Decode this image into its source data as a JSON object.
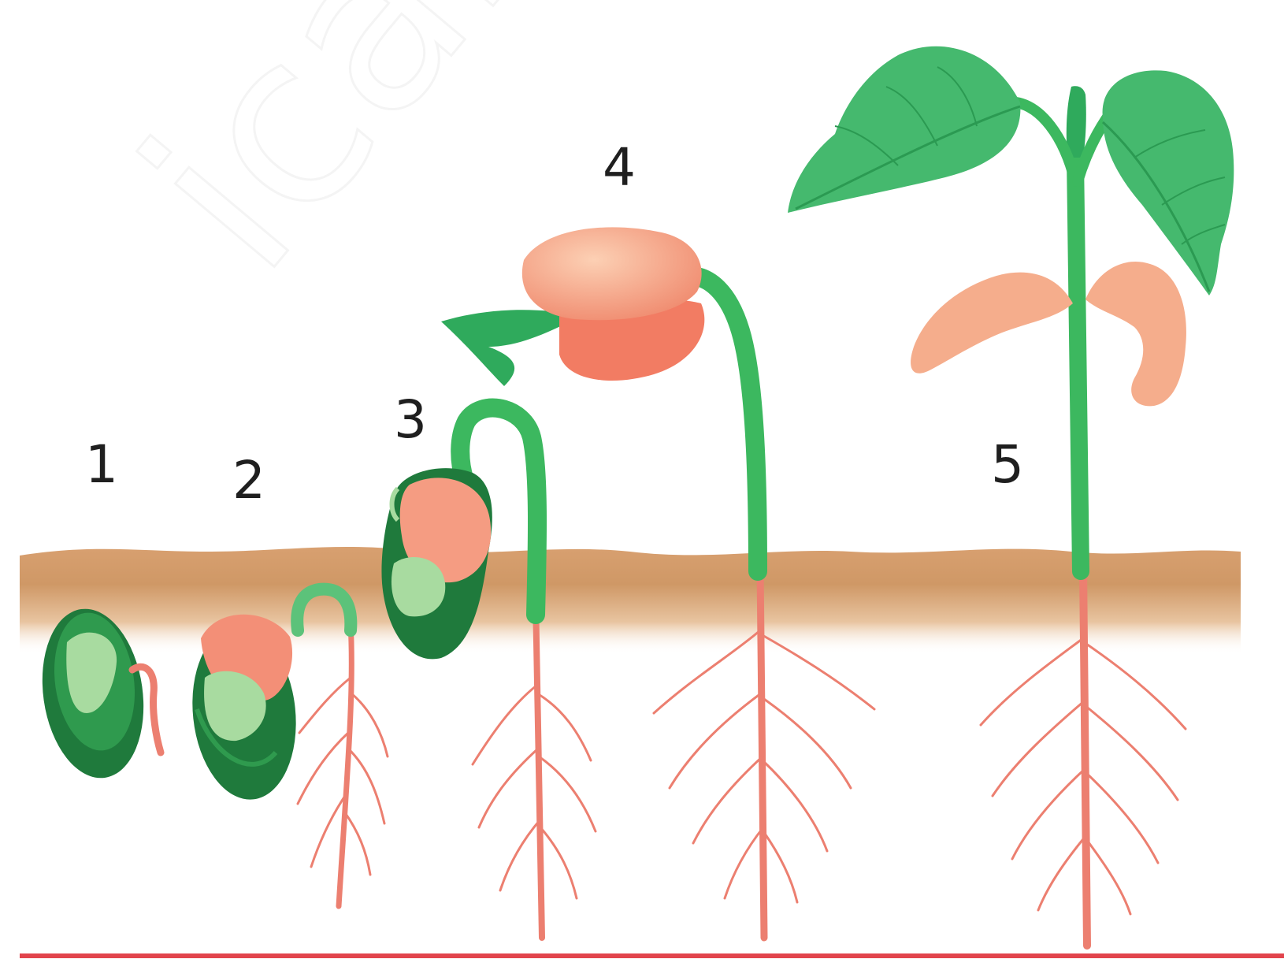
{
  "stage_labels": [
    "1",
    "2",
    "3",
    "4",
    "5"
  ],
  "watermark": "ical",
  "colors": {
    "seed_dark": "#1f7a3c",
    "seed_light": "#a8dba0",
    "stem_green": "#3cb85f",
    "cotyledon": "#f7a184",
    "cotyledon_light": "#fbc4a8",
    "root": "#ec7f70",
    "leaf": "#3fb86a",
    "leaf_vein": "#2b9a52",
    "soil_top": "#cf9866",
    "soil_fade": "#ffffff",
    "baseline": "#e2444c"
  }
}
